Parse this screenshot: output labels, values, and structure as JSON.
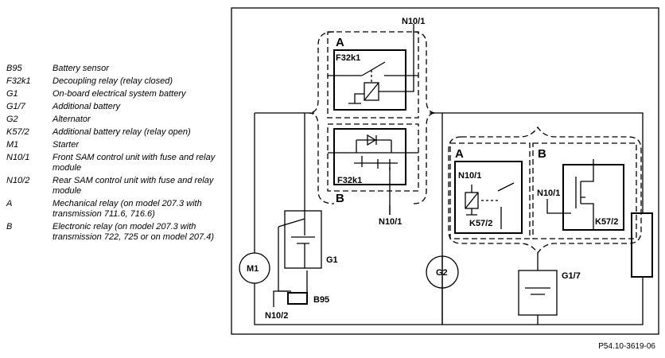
{
  "legend": [
    {
      "code": "B95",
      "desc": "Battery sensor"
    },
    {
      "code": "F32k1",
      "desc": "Decoupling relay (relay closed)"
    },
    {
      "code": "G1",
      "desc": "On-board electrical system battery"
    },
    {
      "code": "G1/7",
      "desc": "Additional battery"
    },
    {
      "code": "G2",
      "desc": "Alternator"
    },
    {
      "code": "K57/2",
      "desc": "Additional battery relay (relay open)"
    },
    {
      "code": "M1",
      "desc": "Starter"
    },
    {
      "code": "N10/1",
      "desc": "Front SAM control unit with fuse and relay module"
    },
    {
      "code": "N10/2",
      "desc": "Rear SAM control unit with fuse and relay module"
    },
    {
      "code": "A",
      "desc": "Mechanical relay (on model 207.3 with transmission 711.6, 716.6)"
    },
    {
      "code": "B",
      "desc": "Electronic relay (on model 207.3 with transmission 722, 725 or on model 207.4)"
    }
  ],
  "diagram": {
    "n10_1_top": "N10/1",
    "box_a_left": "A",
    "f32k1_top": "F32k1",
    "f32k1_bottom": "F32k1",
    "box_b_left": "B",
    "n10_1_left_bottom": "N10/1",
    "m1": "M1",
    "g1": "G1",
    "b95": "B95",
    "n10_2": "N10/2",
    "g2": "G2",
    "box_a_right": "A",
    "box_b_right": "B",
    "n10_1_ra": "N10/1",
    "k57_2_a": "K57/2",
    "n10_1_rb": "N10/1",
    "k57_2_b": "K57/2",
    "g1_7": "G1/7"
  },
  "reference": "P54.10-3619-06"
}
